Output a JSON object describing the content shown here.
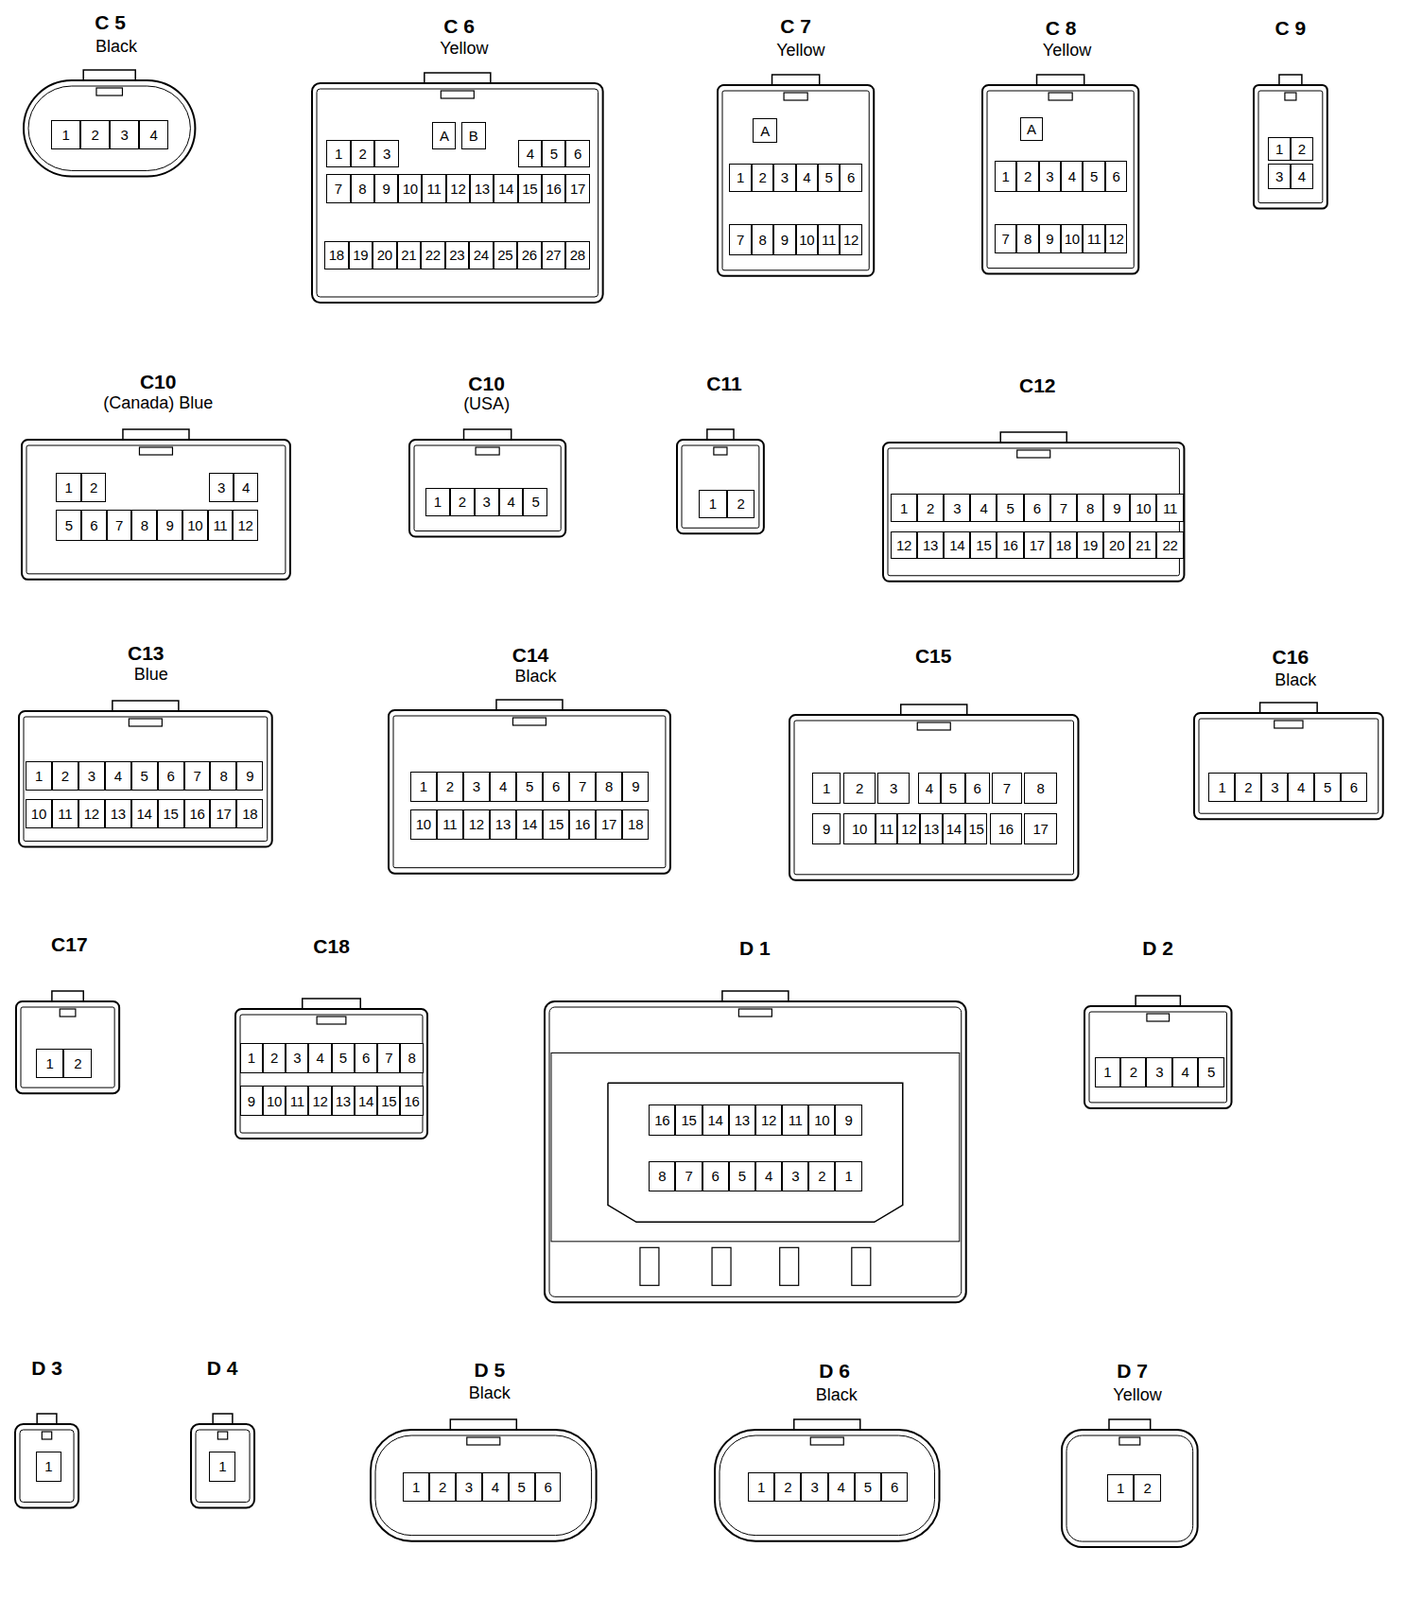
{
  "diagram": {
    "nodes": [
      {
        "text": [
          "C 5",
          "Black"
        ]
      },
      {
        "text": [
          "1"
        ],
        "in": 0
      },
      {
        "text": [
          "2"
        ],
        "in": 0
      },
      {
        "text": [
          "3"
        ],
        "in": 0
      },
      {
        "text": [
          "4"
        ],
        "in": 0
      },
      {
        "text": [
          "C 6",
          "Yellow"
        ]
      },
      {
        "text": [
          "A"
        ],
        "in": 5
      },
      {
        "text": [
          "B"
        ],
        "in": 5
      },
      {
        "text": [
          "1"
        ],
        "in": 5
      },
      {
        "text": [
          "2"
        ],
        "in": 5
      },
      {
        "text": [
          "3"
        ],
        "in": 5
      },
      {
        "text": [
          "4"
        ],
        "in": 5
      },
      {
        "text": [
          "5"
        ],
        "in": 5
      },
      {
        "text": [
          "6"
        ],
        "in": 5
      },
      {
        "text": [
          "7"
        ],
        "in": 5
      },
      {
        "text": [
          "8"
        ],
        "in": 5
      },
      {
        "text": [
          "9"
        ],
        "in": 5
      },
      {
        "text": [
          "10"
        ],
        "in": 5
      },
      {
        "text": [
          "11"
        ],
        "in": 5
      },
      {
        "text": [
          "12"
        ],
        "in": 5
      },
      {
        "text": [
          "13"
        ],
        "in": 5
      },
      {
        "text": [
          "14"
        ],
        "in": 5
      },
      {
        "text": [
          "15"
        ],
        "in": 5
      },
      {
        "text": [
          "16"
        ],
        "in": 5
      },
      {
        "text": [
          "17"
        ],
        "in": 5
      },
      {
        "text": [
          "18"
        ],
        "in": 5
      },
      {
        "text": [
          "19"
        ],
        "in": 5
      },
      {
        "text": [
          "20"
        ],
        "in": 5
      },
      {
        "text": [
          "21"
        ],
        "in": 5
      },
      {
        "text": [
          "22"
        ],
        "in": 5
      },
      {
        "text": [
          "23"
        ],
        "in": 5
      },
      {
        "text": [
          "24"
        ],
        "in": 5
      },
      {
        "text": [
          "25"
        ],
        "in": 5
      },
      {
        "text": [
          "26"
        ],
        "in": 5
      },
      {
        "text": [
          "27"
        ],
        "in": 5
      },
      {
        "text": [
          "28"
        ],
        "in": 5
      },
      {
        "text": [
          "C 7",
          "Yellow"
        ]
      },
      {
        "text": [
          "A"
        ],
        "in": 36
      },
      {
        "text": [
          "1"
        ],
        "in": 36
      },
      {
        "text": [
          "2"
        ],
        "in": 36
      },
      {
        "text": [
          "3"
        ],
        "in": 36
      },
      {
        "text": [
          "4"
        ],
        "in": 36
      },
      {
        "text": [
          "5"
        ],
        "in": 36
      },
      {
        "text": [
          "6"
        ],
        "in": 36
      },
      {
        "text": [
          "7"
        ],
        "in": 36
      },
      {
        "text": [
          "8"
        ],
        "in": 36
      },
      {
        "text": [
          "9"
        ],
        "in": 36
      },
      {
        "text": [
          "10"
        ],
        "in": 36
      },
      {
        "text": [
          "11"
        ],
        "in": 36
      },
      {
        "text": [
          "12"
        ],
        "in": 36
      },
      {
        "text": [
          "C 8",
          "Yellow"
        ]
      },
      {
        "text": [
          "A"
        ],
        "in": 50
      },
      {
        "text": [
          "1"
        ],
        "in": 50
      },
      {
        "text": [
          "2"
        ],
        "in": 50
      },
      {
        "text": [
          "3"
        ],
        "in": 50
      },
      {
        "text": [
          "4"
        ],
        "in": 50
      },
      {
        "text": [
          "5"
        ],
        "in": 50
      },
      {
        "text": [
          "6"
        ],
        "in": 50
      },
      {
        "text": [
          "7"
        ],
        "in": 50
      },
      {
        "text": [
          "8"
        ],
        "in": 50
      },
      {
        "text": [
          "9"
        ],
        "in": 50
      },
      {
        "text": [
          "10"
        ],
        "in": 50
      },
      {
        "text": [
          "11"
        ],
        "in": 50
      },
      {
        "text": [
          "12"
        ],
        "in": 50
      },
      {
        "text": [
          "C 9"
        ]
      },
      {
        "text": [
          "1"
        ],
        "in": 64
      },
      {
        "text": [
          "2"
        ],
        "in": 64
      },
      {
        "text": [
          "3"
        ],
        "in": 64
      },
      {
        "text": [
          "4"
        ],
        "in": 64
      },
      {
        "text": [
          "C10",
          "(Canada) Blue"
        ]
      },
      {
        "text": [
          "1"
        ],
        "in": 69
      },
      {
        "text": [
          "2"
        ],
        "in": 69
      },
      {
        "text": [
          "3"
        ],
        "in": 69
      },
      {
        "text": [
          "4"
        ],
        "in": 69
      },
      {
        "text": [
          "5"
        ],
        "in": 69
      },
      {
        "text": [
          "6"
        ],
        "in": 69
      },
      {
        "text": [
          "7"
        ],
        "in": 69
      },
      {
        "text": [
          "8"
        ],
        "in": 69
      },
      {
        "text": [
          "9"
        ],
        "in": 69
      },
      {
        "text": [
          "10"
        ],
        "in": 69
      },
      {
        "text": [
          "11"
        ],
        "in": 69
      },
      {
        "text": [
          "12"
        ],
        "in": 69
      },
      {
        "text": [
          "C10",
          "(USA)"
        ]
      },
      {
        "text": [
          "1"
        ],
        "in": 82
      },
      {
        "text": [
          "2"
        ],
        "in": 82
      },
      {
        "text": [
          "3"
        ],
        "in": 82
      },
      {
        "text": [
          "4"
        ],
        "in": 82
      },
      {
        "text": [
          "5"
        ],
        "in": 82
      },
      {
        "text": [
          "C11"
        ]
      },
      {
        "text": [
          "1"
        ],
        "in": 88
      },
      {
        "text": [
          "2"
        ],
        "in": 88
      },
      {
        "text": [
          "C12"
        ]
      },
      {
        "text": [
          "1"
        ],
        "in": 91
      },
      {
        "text": [
          "2"
        ],
        "in": 91
      },
      {
        "text": [
          "3"
        ],
        "in": 91
      },
      {
        "text": [
          "4"
        ],
        "in": 91
      },
      {
        "text": [
          "5"
        ],
        "in": 91
      },
      {
        "text": [
          "6"
        ],
        "in": 91
      },
      {
        "text": [
          "7"
        ],
        "in": 91
      },
      {
        "text": [
          "8"
        ],
        "in": 91
      },
      {
        "text": [
          "9"
        ],
        "in": 91
      },
      {
        "text": [
          "10"
        ],
        "in": 91
      },
      {
        "text": [
          "11"
        ],
        "in": 91
      },
      {
        "text": [
          "12"
        ],
        "in": 91
      },
      {
        "text": [
          "13"
        ],
        "in": 91
      },
      {
        "text": [
          "14"
        ],
        "in": 91
      },
      {
        "text": [
          "15"
        ],
        "in": 91
      },
      {
        "text": [
          "16"
        ],
        "in": 91
      },
      {
        "text": [
          "17"
        ],
        "in": 91
      },
      {
        "text": [
          "18"
        ],
        "in": 91
      },
      {
        "text": [
          "19"
        ],
        "in": 91
      },
      {
        "text": [
          "20"
        ],
        "in": 91
      },
      {
        "text": [
          "21"
        ],
        "in": 91
      },
      {
        "text": [
          "22"
        ],
        "in": 91
      },
      {
        "text": [
          "C13",
          "Blue"
        ]
      },
      {
        "text": [
          "1"
        ],
        "in": 114
      },
      {
        "text": [
          "2"
        ],
        "in": 114
      },
      {
        "text": [
          "3"
        ],
        "in": 114
      },
      {
        "text": [
          "4"
        ],
        "in": 114
      },
      {
        "text": [
          "5"
        ],
        "in": 114
      },
      {
        "text": [
          "6"
        ],
        "in": 114
      },
      {
        "text": [
          "7"
        ],
        "in": 114
      },
      {
        "text": [
          "8"
        ],
        "in": 114
      },
      {
        "text": [
          "9"
        ],
        "in": 114
      },
      {
        "text": [
          "10"
        ],
        "in": 114
      },
      {
        "text": [
          "11"
        ],
        "in": 114
      },
      {
        "text": [
          "12"
        ],
        "in": 114
      },
      {
        "text": [
          "13"
        ],
        "in": 114
      },
      {
        "text": [
          "14"
        ],
        "in": 114
      },
      {
        "text": [
          "15"
        ],
        "in": 114
      },
      {
        "text": [
          "16"
        ],
        "in": 114
      },
      {
        "text": [
          "17"
        ],
        "in": 114
      },
      {
        "text": [
          "18"
        ],
        "in": 114
      },
      {
        "text": [
          "C14",
          "Black"
        ]
      },
      {
        "text": [
          "1"
        ],
        "in": 133
      },
      {
        "text": [
          "2"
        ],
        "in": 133
      },
      {
        "text": [
          "3"
        ],
        "in": 133
      },
      {
        "text": [
          "4"
        ],
        "in": 133
      },
      {
        "text": [
          "5"
        ],
        "in": 133
      },
      {
        "text": [
          "6"
        ],
        "in": 133
      },
      {
        "text": [
          "7"
        ],
        "in": 133
      },
      {
        "text": [
          "8"
        ],
        "in": 133
      },
      {
        "text": [
          "9"
        ],
        "in": 133
      },
      {
        "text": [
          "10"
        ],
        "in": 133
      },
      {
        "text": [
          "11"
        ],
        "in": 133
      },
      {
        "text": [
          "12"
        ],
        "in": 133
      },
      {
        "text": [
          "13"
        ],
        "in": 133
      },
      {
        "text": [
          "14"
        ],
        "in": 133
      },
      {
        "text": [
          "15"
        ],
        "in": 133
      },
      {
        "text": [
          "16"
        ],
        "in": 133
      },
      {
        "text": [
          "17"
        ],
        "in": 133
      },
      {
        "text": [
          "18"
        ],
        "in": 133
      },
      {
        "text": [
          "C15"
        ]
      },
      {
        "text": [
          "1"
        ],
        "in": 152
      },
      {
        "text": [
          "2"
        ],
        "in": 152
      },
      {
        "text": [
          "3"
        ],
        "in": 152
      },
      {
        "text": [
          "4"
        ],
        "in": 152
      },
      {
        "text": [
          "5"
        ],
        "in": 152
      },
      {
        "text": [
          "6"
        ],
        "in": 152
      },
      {
        "text": [
          "7"
        ],
        "in": 152
      },
      {
        "text": [
          "8"
        ],
        "in": 152
      },
      {
        "text": [
          "9"
        ],
        "in": 152
      },
      {
        "text": [
          "10"
        ],
        "in": 152
      },
      {
        "text": [
          "11"
        ],
        "in": 152
      },
      {
        "text": [
          "12"
        ],
        "in": 152
      },
      {
        "text": [
          "13"
        ],
        "in": 152
      },
      {
        "text": [
          "14"
        ],
        "in": 152
      },
      {
        "text": [
          "15"
        ],
        "in": 152
      },
      {
        "text": [
          "16"
        ],
        "in": 152
      },
      {
        "text": [
          "17"
        ],
        "in": 152
      },
      {
        "text": [
          "C16",
          "Black"
        ]
      },
      {
        "text": [
          "1"
        ],
        "in": 170
      },
      {
        "text": [
          "2"
        ],
        "in": 170
      },
      {
        "text": [
          "3"
        ],
        "in": 170
      },
      {
        "text": [
          "4"
        ],
        "in": 170
      },
      {
        "text": [
          "5"
        ],
        "in": 170
      },
      {
        "text": [
          "6"
        ],
        "in": 170
      },
      {
        "text": [
          "C17"
        ]
      },
      {
        "text": [
          "1"
        ],
        "in": 177
      },
      {
        "text": [
          "2"
        ],
        "in": 177
      },
      {
        "text": [
          "C18"
        ]
      },
      {
        "text": [
          "1"
        ],
        "in": 180
      },
      {
        "text": [
          "2"
        ],
        "in": 180
      },
      {
        "text": [
          "3"
        ],
        "in": 180
      },
      {
        "text": [
          "4"
        ],
        "in": 180
      },
      {
        "text": [
          "5"
        ],
        "in": 180
      },
      {
        "text": [
          "6"
        ],
        "in": 180
      },
      {
        "text": [
          "7"
        ],
        "in": 180
      },
      {
        "text": [
          "8"
        ],
        "in": 180
      },
      {
        "text": [
          "9"
        ],
        "in": 180
      },
      {
        "text": [
          "10"
        ],
        "in": 180
      },
      {
        "text": [
          "11"
        ],
        "in": 180
      },
      {
        "text": [
          "12"
        ],
        "in": 180
      },
      {
        "text": [
          "13"
        ],
        "in": 180
      },
      {
        "text": [
          "14"
        ],
        "in": 180
      },
      {
        "text": [
          "15"
        ],
        "in": 180
      },
      {
        "text": [
          "16"
        ],
        "in": 180
      },
      {
        "text": [
          "D 1"
        ]
      },
      {
        "text": [
          "16"
        ],
        "in": 197
      },
      {
        "text": [
          "15"
        ],
        "in": 197
      },
      {
        "text": [
          "14"
        ],
        "in": 197
      },
      {
        "text": [
          "13"
        ],
        "in": 197
      },
      {
        "text": [
          "12"
        ],
        "in": 197
      },
      {
        "text": [
          "11"
        ],
        "in": 197
      },
      {
        "text": [
          "10"
        ],
        "in": 197
      },
      {
        "text": [
          "9"
        ],
        "in": 197
      },
      {
        "text": [
          "8"
        ],
        "in": 197
      },
      {
        "text": [
          "7"
        ],
        "in": 197
      },
      {
        "text": [
          "6"
        ],
        "in": 197
      },
      {
        "text": [
          "5"
        ],
        "in": 197
      },
      {
        "text": [
          "4"
        ],
        "in": 197
      },
      {
        "text": [
          "3"
        ],
        "in": 197
      },
      {
        "text": [
          "2"
        ],
        "in": 197
      },
      {
        "text": [
          "1"
        ],
        "in": 197
      },
      {
        "text": [
          "D 2"
        ]
      },
      {
        "text": [
          "1"
        ],
        "in": 214
      },
      {
        "text": [
          "2"
        ],
        "in": 214
      },
      {
        "text": [
          "3"
        ],
        "in": 214
      },
      {
        "text": [
          "4"
        ],
        "in": 214
      },
      {
        "text": [
          "5"
        ],
        "in": 214
      },
      {
        "text": [
          "D 3"
        ]
      },
      {
        "text": [
          "1"
        ],
        "in": 220
      },
      {
        "text": [
          "D 4"
        ]
      },
      {
        "text": [
          "1"
        ],
        "in": 222
      },
      {
        "text": [
          "D 5",
          "Black"
        ]
      },
      {
        "text": [
          "1"
        ],
        "in": 224
      },
      {
        "text": [
          "2"
        ],
        "in": 224
      },
      {
        "text": [
          "3"
        ],
        "in": 224
      },
      {
        "text": [
          "4"
        ],
        "in": 224
      },
      {
        "text": [
          "5"
        ],
        "in": 224
      },
      {
        "text": [
          "6"
        ],
        "in": 224
      },
      {
        "text": [
          "D 6",
          "Black"
        ]
      },
      {
        "text": [
          "1"
        ],
        "in": 231
      },
      {
        "text": [
          "2"
        ],
        "in": 231
      },
      {
        "text": [
          "3"
        ],
        "in": 231
      },
      {
        "text": [
          "4"
        ],
        "in": 231
      },
      {
        "text": [
          "5"
        ],
        "in": 231
      },
      {
        "text": [
          "6"
        ],
        "in": 231
      },
      {
        "text": [
          "D 7",
          "Yellow"
        ]
      },
      {
        "text": [
          "1"
        ],
        "in": 238
      },
      {
        "text": [
          "2"
        ],
        "in": 238
      }
    ]
  }
}
